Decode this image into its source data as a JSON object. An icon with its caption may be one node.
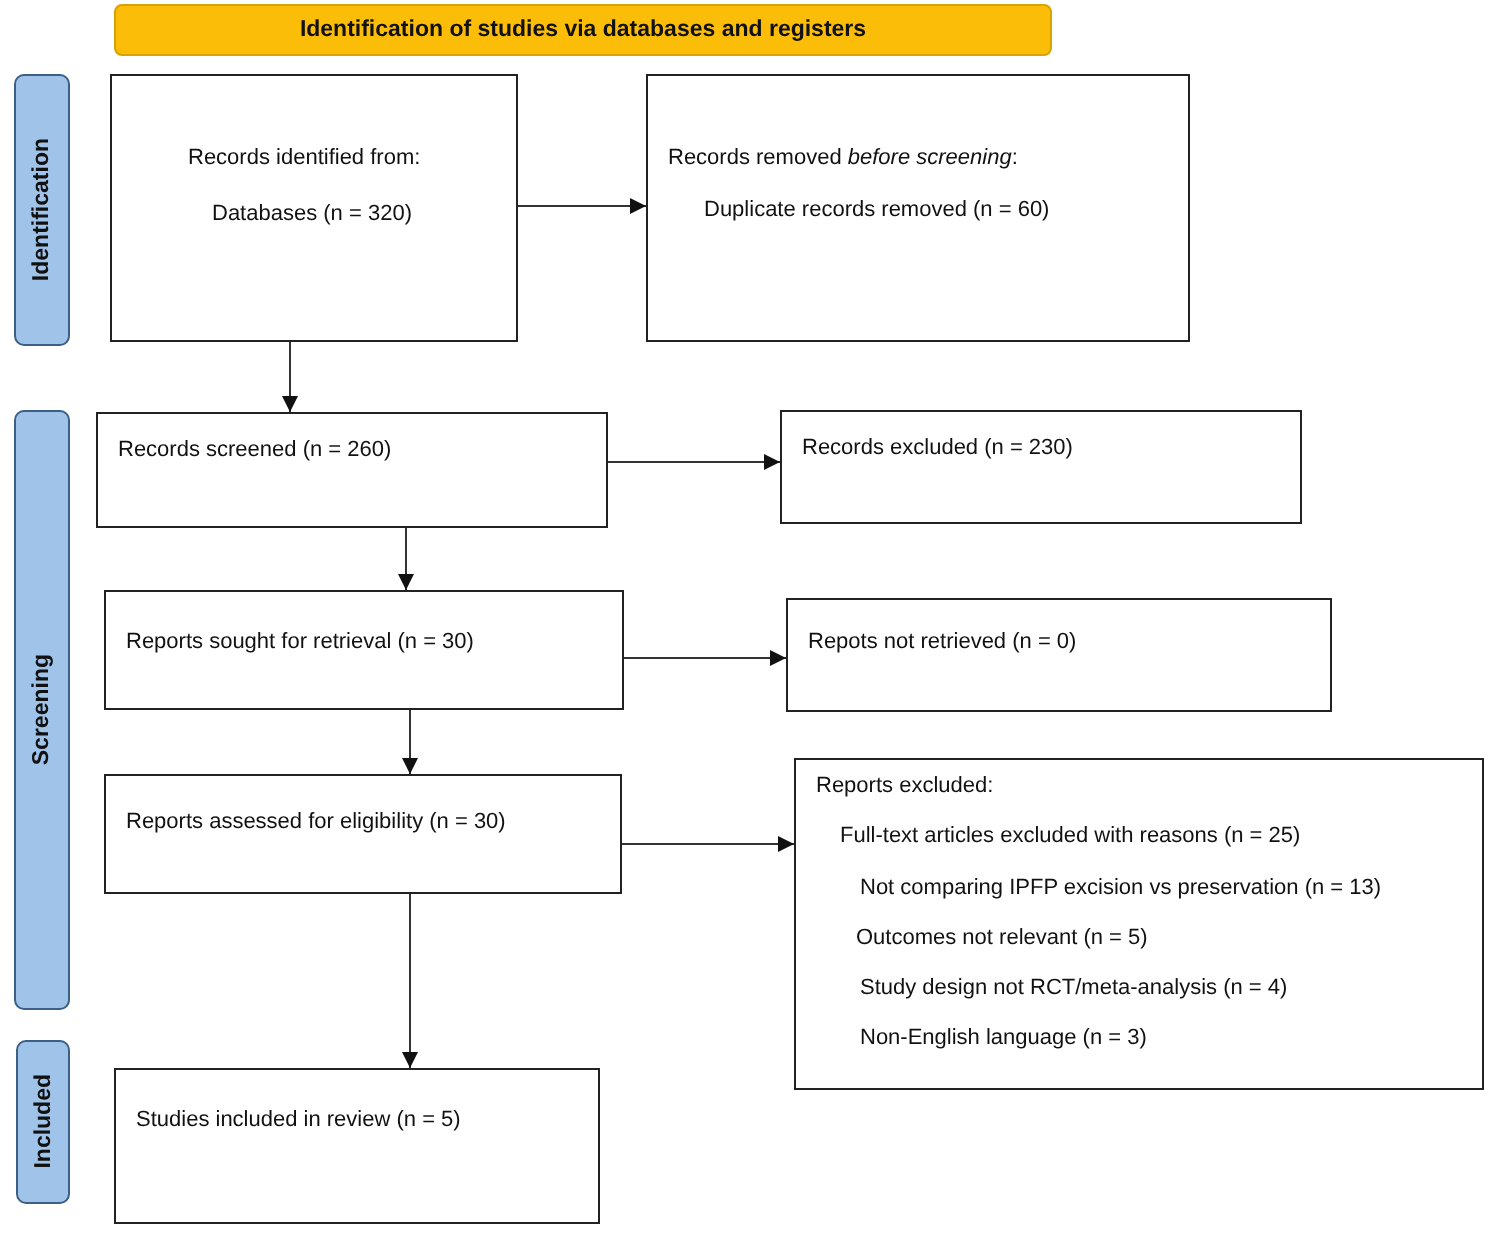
{
  "diagram": {
    "nodes": [
      {
        "text": [
          "Identification of studies via databases and registers"
        ]
      },
      {
        "text": [
          "Identification"
        ]
      },
      {
        "text": [
          "Screening"
        ]
      },
      {
        "text": [
          "Included"
        ]
      },
      {
        "text": [
          "Records identified from:",
          "Databases (n = 320)"
        ]
      },
      {
        "text": [
          "Records removed *before screening*:",
          "Duplicate records removed (n = 60)"
        ]
      },
      {
        "text": [
          "Records screened (n = 260)"
        ]
      },
      {
        "text": [
          "Records excluded (n = 230)"
        ]
      },
      {
        "text": [
          "Reports sought for retrieval (n = 30)"
        ]
      },
      {
        "text": [
          "Repots not retrieved (n = 0)"
        ]
      },
      {
        "text": [
          "Reports assessed for eligibility (n = 30)"
        ]
      },
      {
        "text": [
          "Reports excluded:",
          "Full-text articles excluded with reasons (n = 25)",
          "Not comparing IPFP excision vs preservation (n = 13)",
          "Outcomes not relevant (n = 5)",
          "Study design not RCT/meta-analysis (n = 4)",
          "Non-English language (n = 3)"
        ]
      },
      {
        "text": [
          "Studies included in review (n = 5)"
        ]
      }
    ],
    "edges": [
      {
        "from": 4,
        "to": 5,
        "arrow": "to"
      },
      {
        "from": 4,
        "to": 6,
        "arrow": "to"
      },
      {
        "from": 6,
        "to": 7,
        "arrow": "to"
      },
      {
        "from": 6,
        "to": 8,
        "arrow": "to"
      },
      {
        "from": 8,
        "to": 9,
        "arrow": "to"
      },
      {
        "from": 8,
        "to": 10,
        "arrow": "to"
      },
      {
        "from": 10,
        "to": 11,
        "arrow": "to"
      },
      {
        "from": 10,
        "to": 12,
        "arrow": "to"
      }
    ]
  }
}
